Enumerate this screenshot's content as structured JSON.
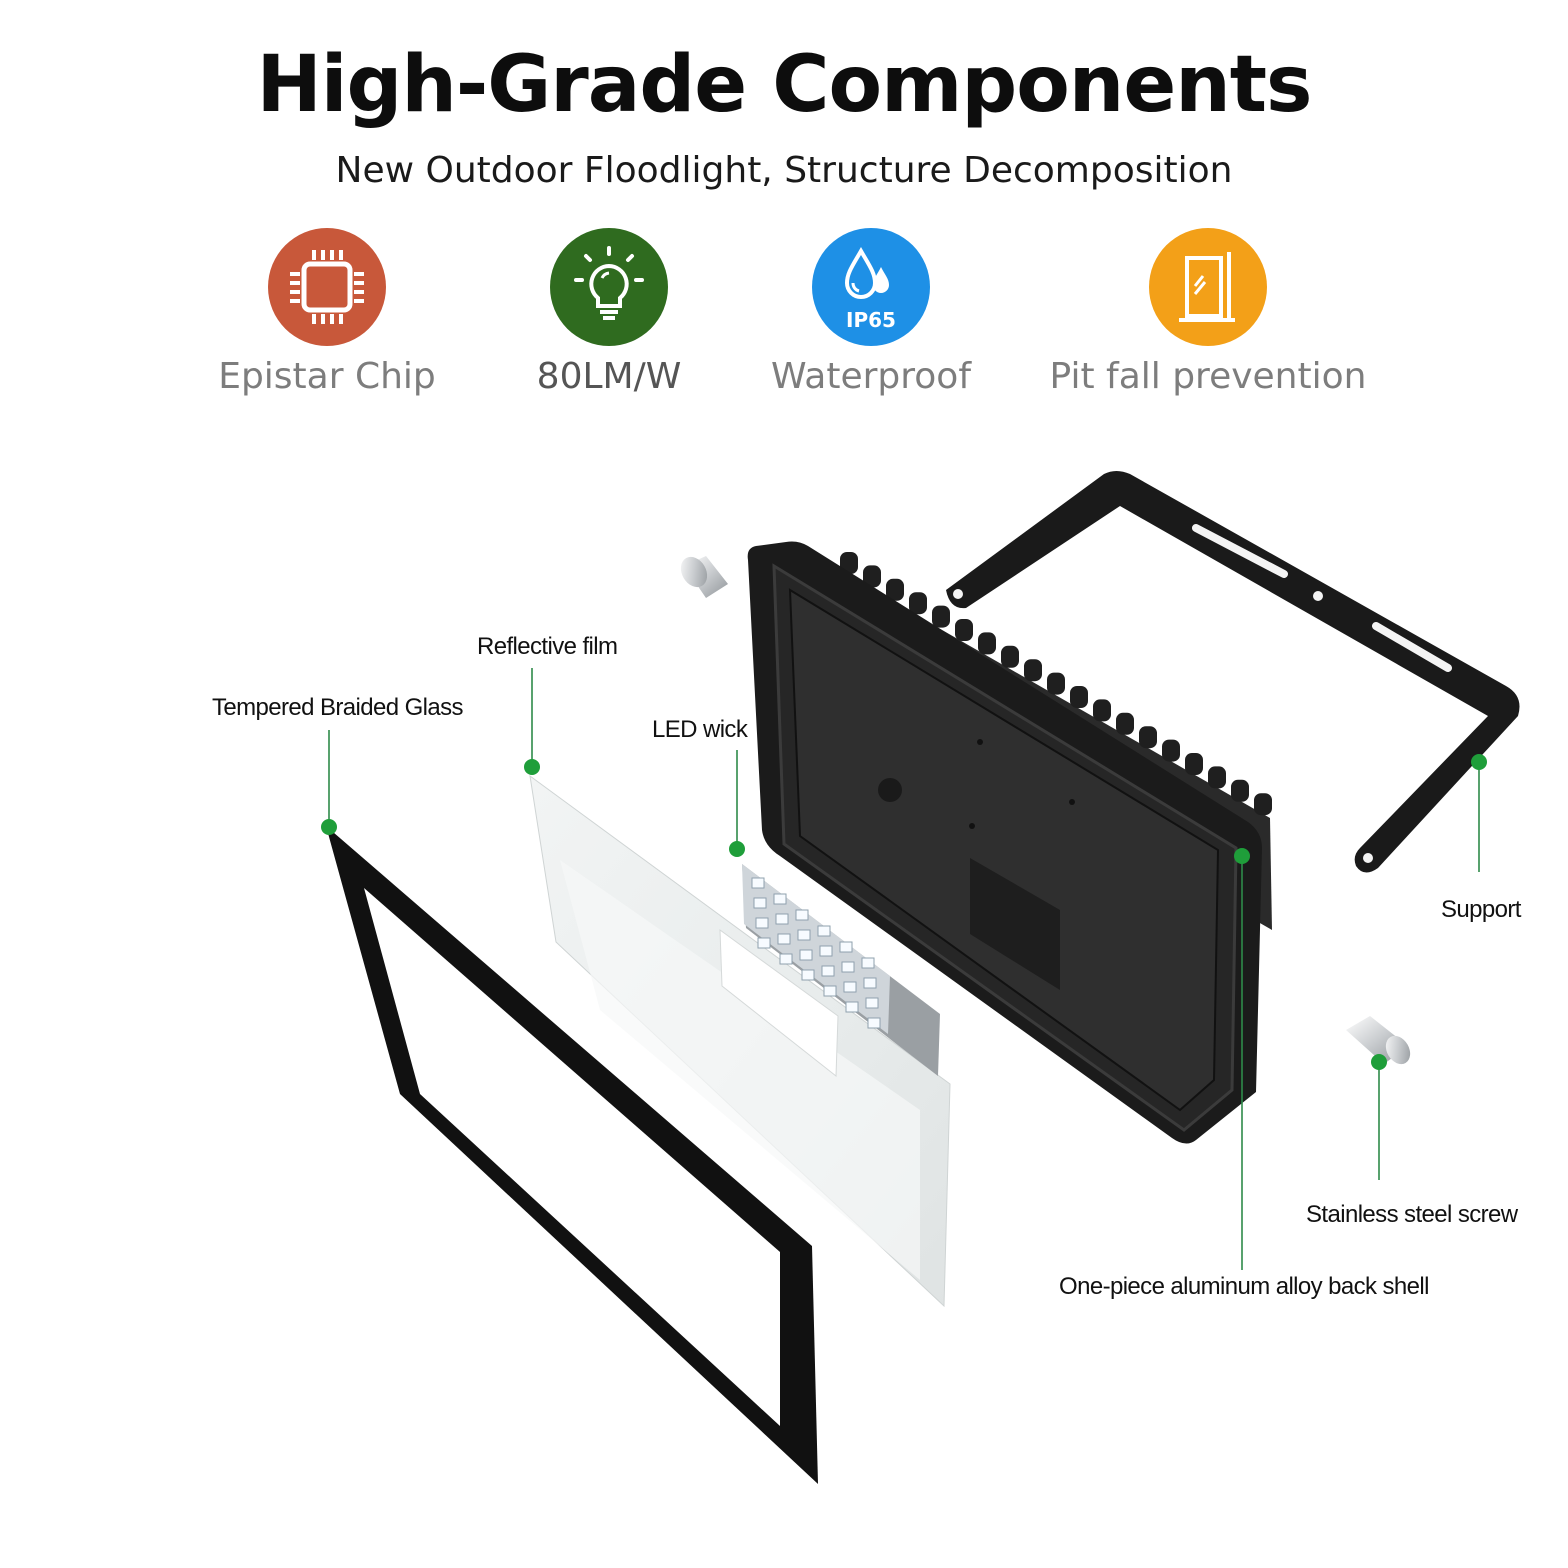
{
  "header": {
    "title": "High-Grade Components",
    "subtitle": "New Outdoor Floodlight, Structure Decomposition"
  },
  "features": [
    {
      "label": "Epistar Chip",
      "icon": "chip-icon",
      "color": "#c8583a"
    },
    {
      "label": "80LM/W",
      "icon": "lightbulb-icon",
      "color": "#2f6b1f"
    },
    {
      "label": "Waterproof",
      "icon": "water-drop-icon",
      "color": "#1e90e6",
      "badge": "IP65"
    },
    {
      "label": "Pit fall prevention",
      "icon": "glass-panel-icon",
      "color": "#f3a018"
    }
  ],
  "parts": {
    "glass": "Tempered Braided Glass",
    "film": "Reflective film",
    "wick": "LED wick",
    "support": "Support",
    "screw": "Stainless steel screw",
    "shell": "One-piece aluminum alloy back shell"
  },
  "colors": {
    "callout_dot": "#1f9e3a",
    "callout_line": "#2e8b4a"
  }
}
